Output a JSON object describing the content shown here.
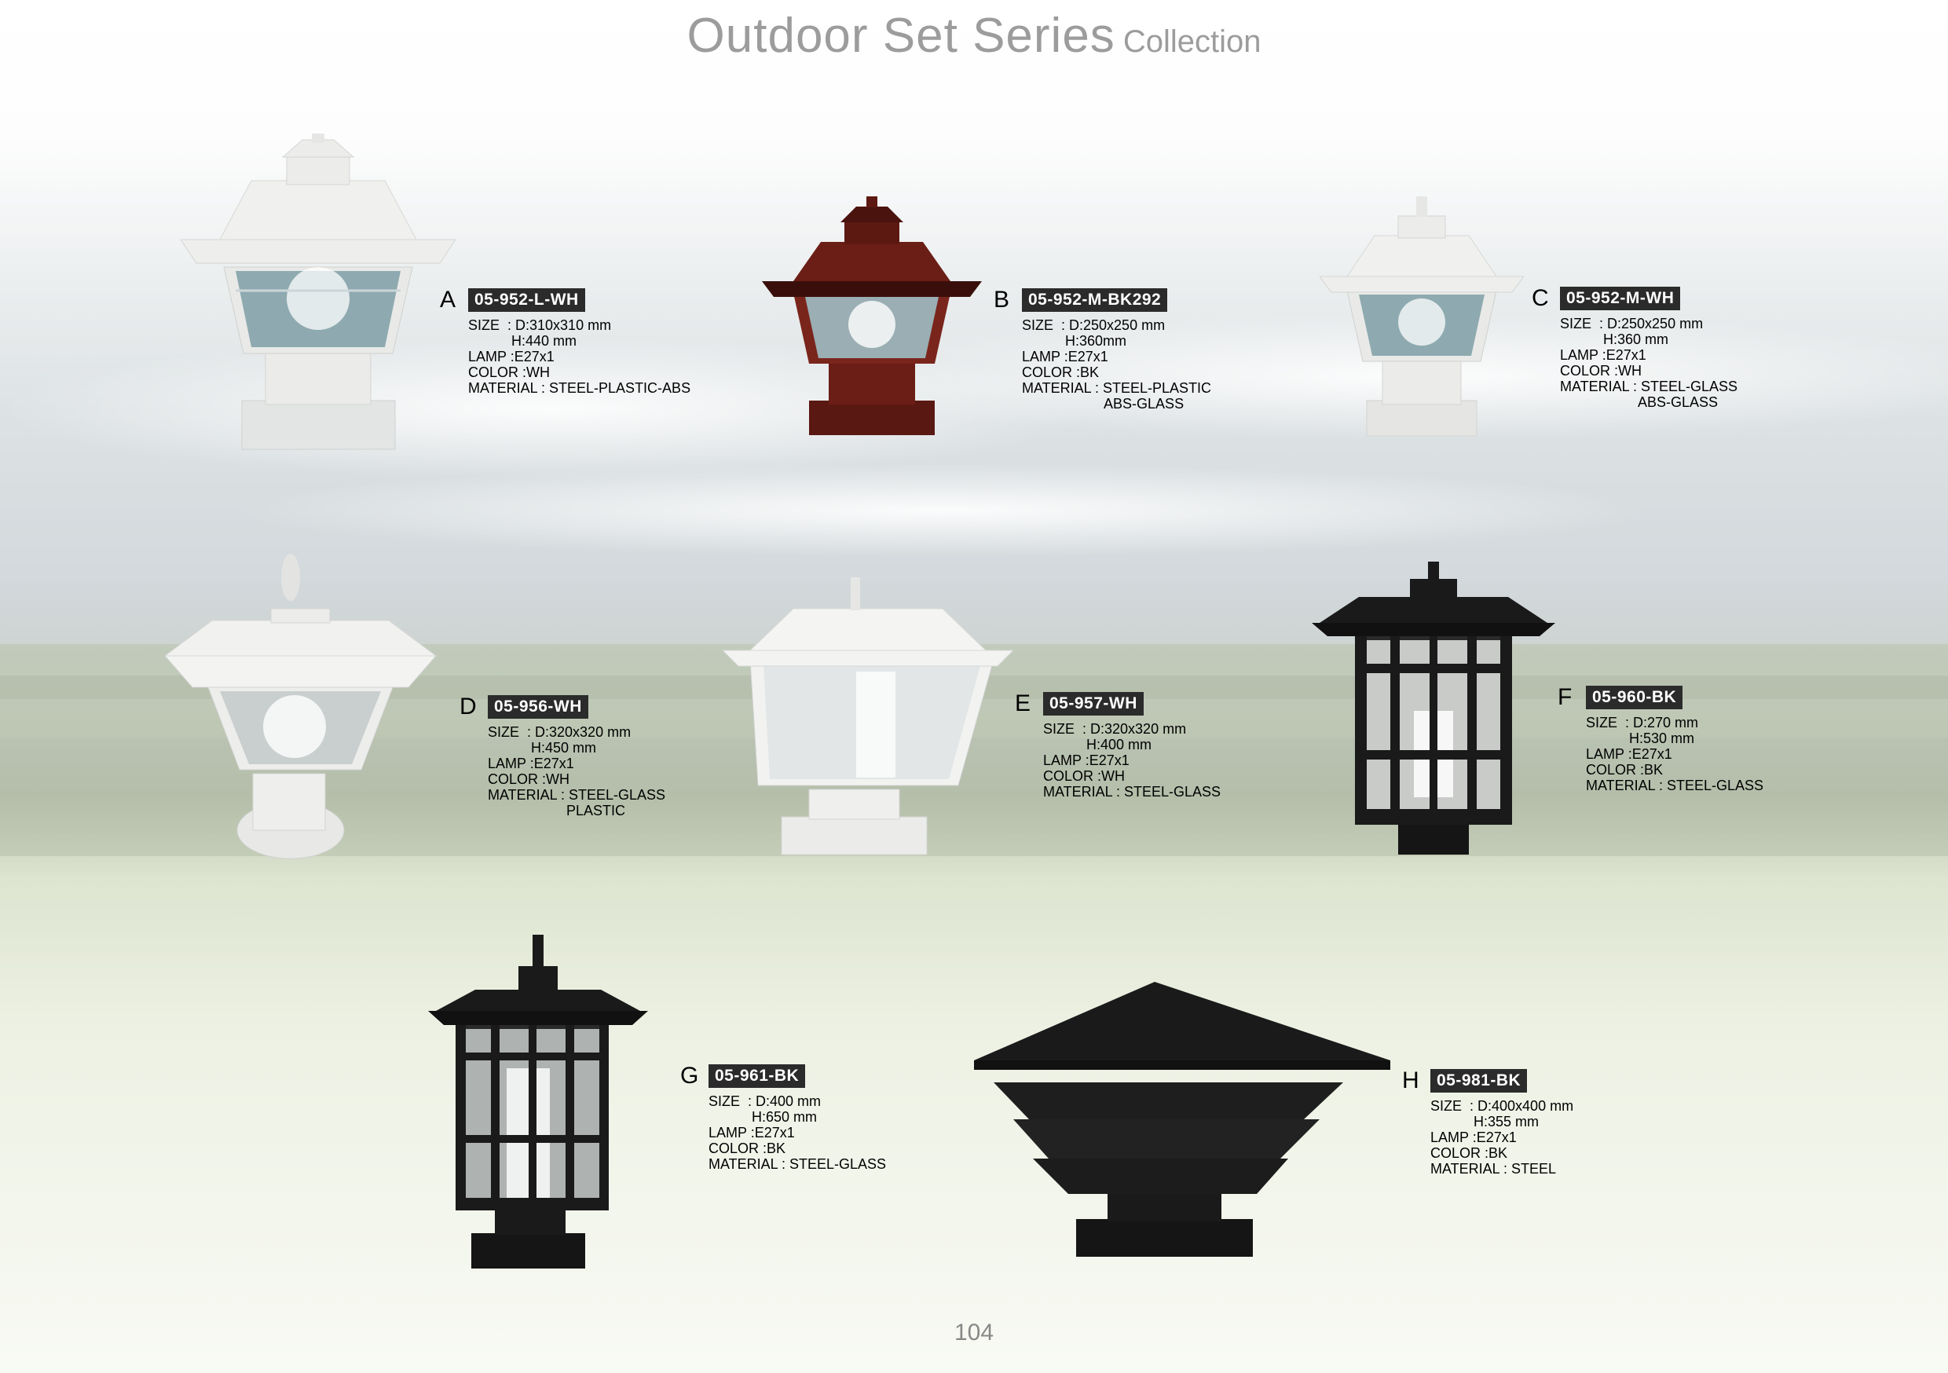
{
  "title": {
    "main": "Outdoor Set Series",
    "sub": "Collection"
  },
  "page_number": "104",
  "colors": {
    "title": "#9c9c9c",
    "code_badge": "#2b2b2b",
    "white_lamp": "#e6e7e6",
    "red_lamp": "#6b1e16",
    "black_lamp": "#1a1a1a"
  },
  "products": [
    {
      "letter": "A",
      "code": "05-952-L-WH",
      "lines": [
        "SIZE  : D:310x310 mm",
        "           H:440 mm",
        "LAMP :E27x1",
        "COLOR :WH",
        "MATERIAL : STEEL-PLASTIC-ABS"
      ]
    },
    {
      "letter": "B",
      "code": "05-952-M-BK292",
      "lines": [
        "SIZE  : D:250x250 mm",
        "           H:360mm",
        "LAMP :E27x1",
        "COLOR :BK",
        "MATERIAL : STEEL-PLASTIC",
        "                     ABS-GLASS"
      ]
    },
    {
      "letter": "C",
      "code": "05-952-M-WH",
      "lines": [
        "SIZE  : D:250x250 mm",
        "           H:360 mm",
        "LAMP :E27x1",
        "COLOR :WH",
        "MATERIAL : STEEL-GLASS",
        "                    ABS-GLASS"
      ]
    },
    {
      "letter": "D",
      "code": "05-956-WH",
      "lines": [
        "SIZE  : D:320x320 mm",
        "           H:450 mm",
        "LAMP :E27x1",
        "COLOR :WH",
        "MATERIAL : STEEL-GLASS",
        "                    PLASTIC"
      ]
    },
    {
      "letter": "E",
      "code": "05-957-WH",
      "lines": [
        "SIZE  : D:320x320 mm",
        "           H:400 mm",
        "LAMP :E27x1",
        "COLOR :WH",
        "MATERIAL : STEEL-GLASS"
      ]
    },
    {
      "letter": "F",
      "code": "05-960-BK",
      "lines": [
        "SIZE  : D:270 mm",
        "           H:530 mm",
        "LAMP :E27x1",
        "COLOR :BK",
        "MATERIAL : STEEL-GLASS"
      ]
    },
    {
      "letter": "G",
      "code": "05-961-BK",
      "lines": [
        "SIZE  : D:400 mm",
        "           H:650 mm",
        "LAMP :E27x1",
        "COLOR :BK",
        "MATERIAL : STEEL-GLASS"
      ]
    },
    {
      "letter": "H",
      "code": "05-981-BK",
      "lines": [
        "SIZE  : D:400x400 mm",
        "           H:355 mm",
        "LAMP :E27x1",
        "COLOR :BK",
        "MATERIAL : STEEL"
      ]
    }
  ]
}
